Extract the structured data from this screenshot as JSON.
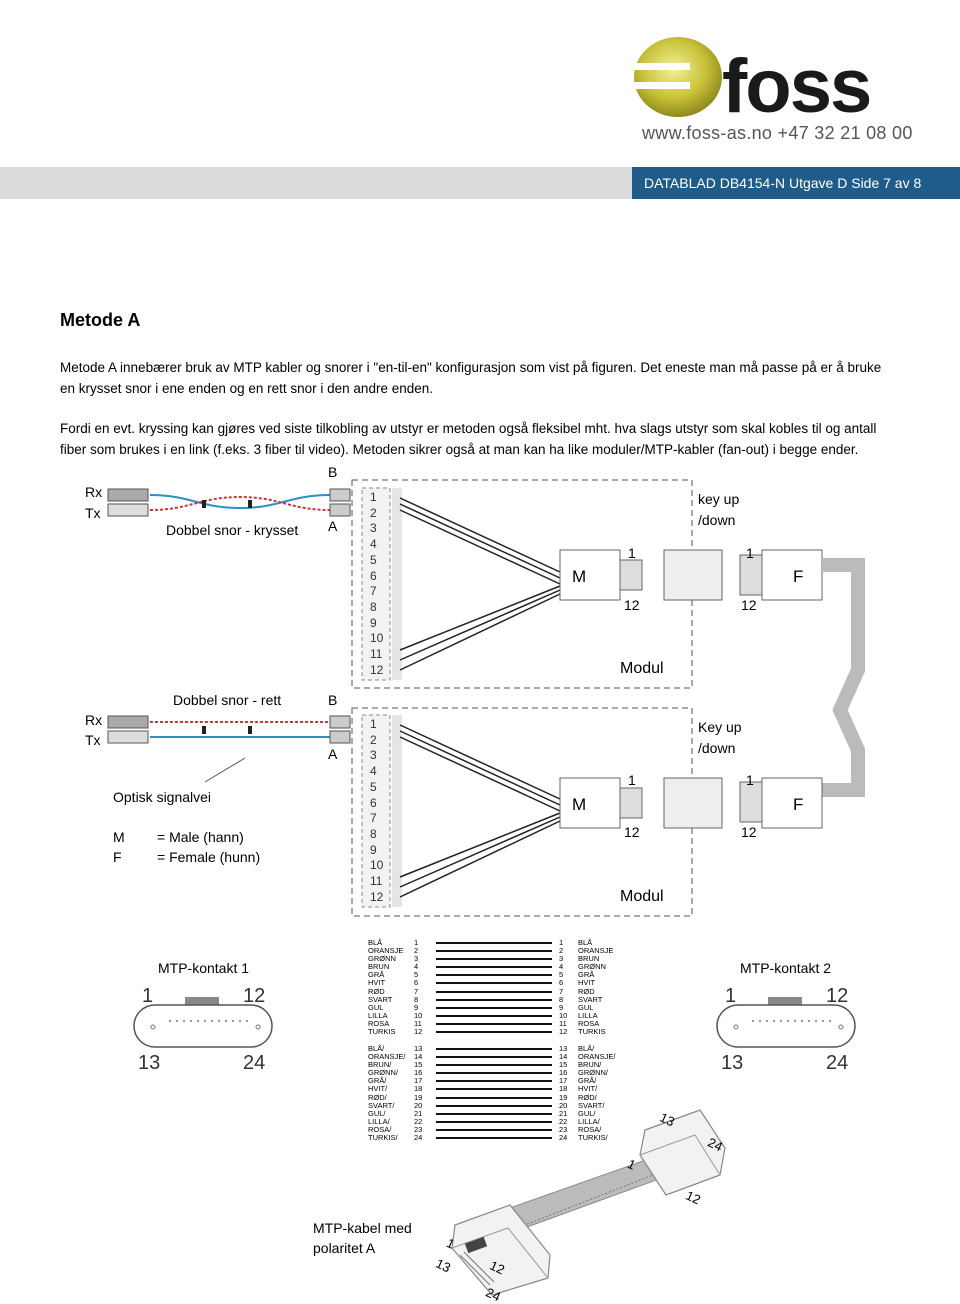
{
  "header": {
    "brand": "foss",
    "contact": "www.foss-as.no +47 32 21 08 00",
    "datasheet": "DATABLAD DB4154-N Utgave D Side 7 av 8"
  },
  "section": {
    "title": "Metode A",
    "para1": "Metode A innebærer bruk av MTP kabler og snorer i \"en-til-en\" konfigurasjon som vist på figuren. Det eneste man må passe på er å bruke en krysset snor i ene enden og en rett snor i den andre enden.",
    "para2": "Fordi en evt. kryssing kan gjøres ved siste tilkobling av utstyr er metoden også fleksibel mht. hva slags utstyr som skal kobles til og antall fiber som brukes i en link (f.eks. 3 fiber til video). Metoden sikrer også at man kan ha like moduler/MTP-kabler (fan-out) i begge ender."
  },
  "diagram": {
    "top": {
      "rx": "Rx",
      "tx": "Tx",
      "cord_label": "Dobbel snor - krysset",
      "b": "B",
      "a": "A",
      "key": "key up",
      "down": "/down",
      "m": "M",
      "f": "F",
      "modul": "Modul",
      "one_m": "1",
      "twelve_m": "12",
      "one_f": "1",
      "twelve_f": "12"
    },
    "bottom": {
      "rx": "Rx",
      "tx": "Tx",
      "cord_label": "Dobbel snor - rett",
      "b": "B",
      "a": "A",
      "key": "Key up",
      "down": "/down",
      "m": "M",
      "f": "F",
      "modul": "Modul",
      "one_m": "1",
      "twelve_m": "12",
      "one_f": "1",
      "twelve_f": "12",
      "signal": "Optisk signalvei"
    },
    "port_numbers": [
      "1",
      "2",
      "3",
      "4",
      "5",
      "6",
      "7",
      "8",
      "9",
      "10",
      "11",
      "12"
    ],
    "legend": {
      "m": "M",
      "m_desc": "= Male (hann)",
      "f": "F",
      "f_desc": "= Female (hunn)"
    }
  },
  "mtp": {
    "left_title": "MTP-kontakt 1",
    "right_title": "MTP-kontakt 2",
    "n1": "1",
    "n12": "12",
    "n13": "13",
    "n24": "24",
    "colors_top": [
      "BLÅ",
      "ORANSJE",
      "GRØNN",
      "BRUN",
      "GRÅ",
      "HVIT",
      "RØD",
      "SVART",
      "GUL",
      "LILLA",
      "ROSA",
      "TURKIS"
    ],
    "colors_bottom": [
      "BLÅ/",
      "ORANSJE/",
      "BRUN/",
      "GRØNN/",
      "GRÅ/",
      "HVIT/",
      "RØD/",
      "SVART/",
      "GUL/",
      "LILLA/",
      "ROSA/",
      "TURKIS/"
    ],
    "colors_top_right": [
      "BLÅ",
      "ORANSJE",
      "BRUN",
      "GRØNN",
      "GRÅ",
      "HVIT",
      "RØD",
      "SVART",
      "GUL",
      "LILLA",
      "ROSA",
      "TURKIS"
    ],
    "colors_bottom_right": [
      "BLÅ/",
      "ORANSJE/",
      "BRUN/",
      "GRØNN/",
      "GRÅ/",
      "HVIT/",
      "RØD/",
      "SVART/",
      "GUL/",
      "LILLA/",
      "ROSA/",
      "TURKIS/"
    ],
    "nums_top": [
      "1",
      "2",
      "3",
      "4",
      "5",
      "6",
      "7",
      "8",
      "9",
      "10",
      "11",
      "12"
    ],
    "nums_bottom": [
      "13",
      "14",
      "15",
      "16",
      "17",
      "18",
      "19",
      "20",
      "21",
      "22",
      "23",
      "24"
    ],
    "cable_label": "MTP-kabel med polaritet A",
    "cable_n1": "1",
    "cable_n12": "12",
    "cable_n13": "13",
    "cable_n24": "24"
  }
}
